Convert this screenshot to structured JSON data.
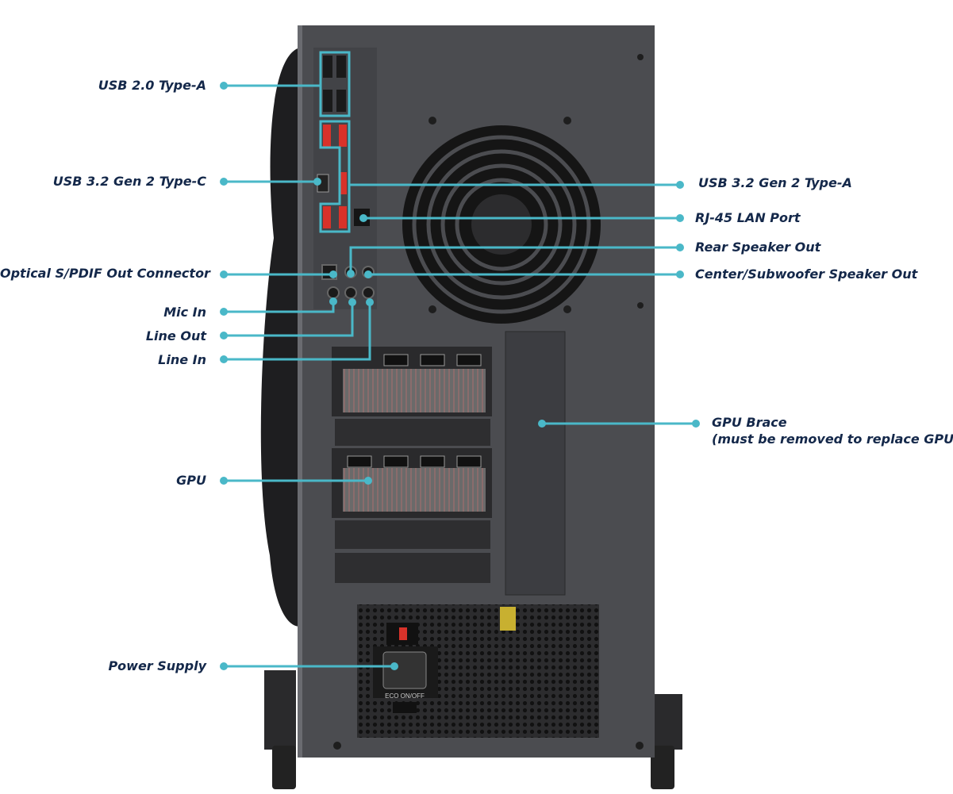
{
  "accent_color": "#4ab8c8",
  "text_color": "#14284a",
  "labels": {
    "usb20": "USB 2.0 Type-A",
    "usbc": "USB 3.2 Gen 2 Type-C",
    "usb32a": "USB 3.2 Gen 2 Type-A",
    "rj45": "RJ-45 LAN Port",
    "rear_speaker": "Rear Speaker Out",
    "center_sub": "Center/Subwoofer Speaker Out",
    "optical": "Optical S/PDIF Out Connector",
    "mic_in": "Mic In",
    "line_out": "Line Out",
    "line_in": "Line In",
    "gpu_brace": "GPU Brace",
    "gpu_brace_note": "(must be removed to replace GPU)",
    "gpu": "GPU",
    "psu": "Power Supply"
  },
  "photo_text": {
    "psu_switch": "ECO ON/OFF"
  }
}
